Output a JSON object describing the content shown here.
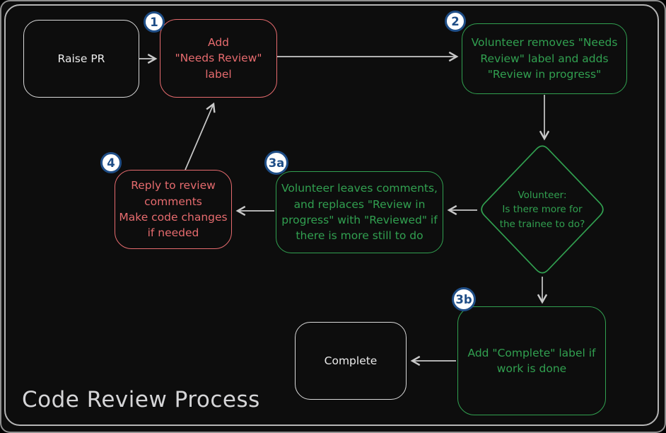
{
  "title": "Code Review Process",
  "colors": {
    "background": "#0d0d0d",
    "frame_border": "#b5b5b5",
    "neutral": "#d9d9d9",
    "red": "#e66b6e",
    "green": "#31a050",
    "badge_blue": "#1f4e87",
    "arrow": "#c9c9c9",
    "title_color": "#d5d5d7"
  },
  "nodes": {
    "raise_pr": {
      "label": "Raise PR"
    },
    "add_needs_review": {
      "badge": "1",
      "label": "Add\n\"Needs Review\"\nlabel"
    },
    "volunteer_removes": {
      "badge": "2",
      "label": "Volunteer removes \"Needs\nReview\" label and adds\n\"Review in progress\""
    },
    "decision": {
      "label": "Volunteer:\nIs there more for\nthe trainee to do?"
    },
    "volunteer_leaves_comments": {
      "badge": "3a",
      "label": "Volunteer leaves comments,\nand replaces \"Review in\nprogress\" with \"Reviewed\" if\nthere is more still to do"
    },
    "reply_to_comments": {
      "badge": "4",
      "label": "Reply to review\ncomments\nMake code changes\nif needed"
    },
    "add_complete_label": {
      "badge": "3b",
      "label": "Add \"Complete\" label if\nwork is done"
    },
    "complete": {
      "label": "Complete"
    }
  }
}
